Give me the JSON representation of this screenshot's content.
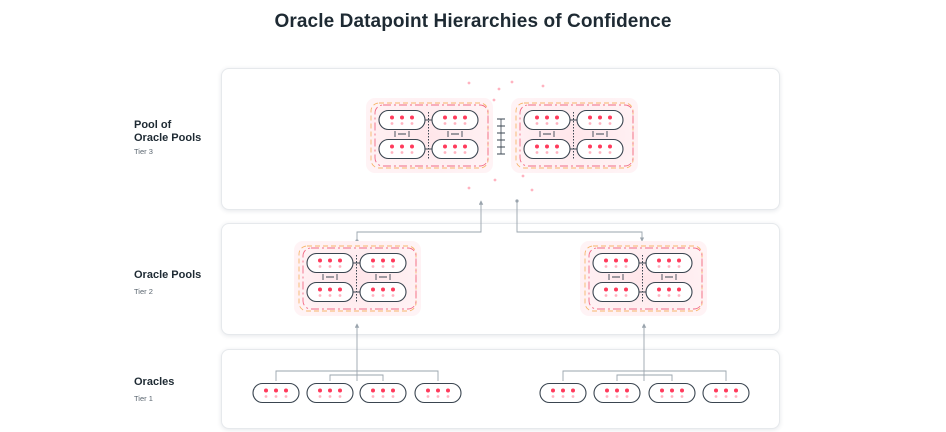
{
  "title": "Oracle Datapoint Hierarchies of Confidence",
  "tiers": [
    {
      "name": "Pool of\nOracle Pools",
      "sub": "Tier 3"
    },
    {
      "name": "Oracle Pools",
      "sub": "Tier 2"
    },
    {
      "name": "Oracles",
      "sub": "Tier 1"
    }
  ],
  "colors": {
    "dot_primary": "#ff3b5c",
    "dot_faded": "#ffb3c0",
    "pill_border": "#3a4550",
    "pool_bg": "#fff0f2",
    "dash_orange": "#f7b56b",
    "dash_pink": "#f26b86",
    "connector": "#9aa4ad"
  }
}
